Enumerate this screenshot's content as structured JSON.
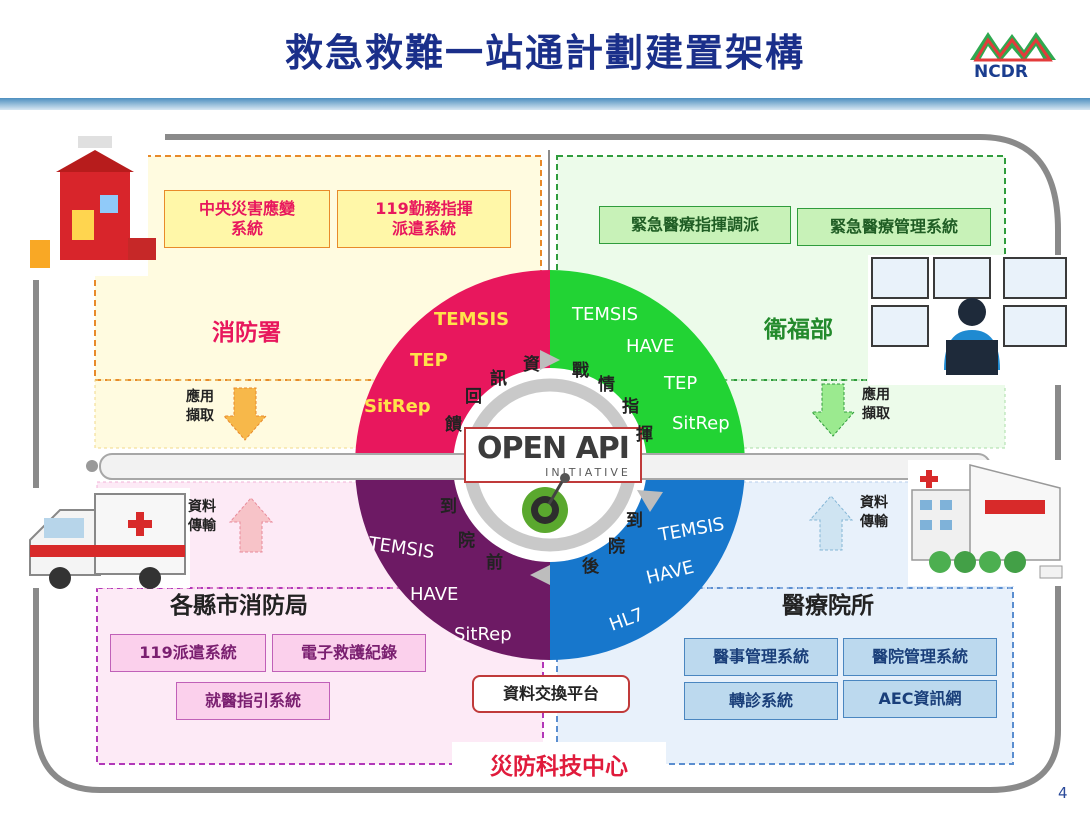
{
  "title": "救急救難一站通計劃建置架構",
  "logo_text": "NCDR",
  "page_number": "4",
  "colors": {
    "title": "#1a2f8a",
    "red": "#e8175d",
    "green": "#22d334",
    "purple": "#6d1a64",
    "blue": "#1777cc",
    "orange_border": "#e88a2a",
    "green_border": "#2f9c3c",
    "magenta_border": "#b238b8",
    "blue_border": "#5b8ed0"
  },
  "quadrants": {
    "fire_dept": {
      "label": "消防署",
      "systems": [
        {
          "name": "中央災害應變\n系統"
        },
        {
          "name": "119勤務指揮\n派遣系統"
        }
      ],
      "flow": "應用\n擷取"
    },
    "mohw": {
      "label": "衛福部",
      "systems": [
        {
          "name": "緊急醫療指揮調派"
        },
        {
          "name": "緊急醫療管理系統"
        }
      ],
      "flow": "應用\n擷取"
    },
    "county_fire": {
      "label": "各縣市消防局",
      "systems": [
        {
          "name": "119派遣系統"
        },
        {
          "name": "電子救護紀錄"
        },
        {
          "name": "就醫指引系統"
        }
      ],
      "flow": "資料\n傳輸"
    },
    "hospital": {
      "label": "醫療院所",
      "systems": [
        {
          "name": "醫事管理系統"
        },
        {
          "name": "醫院管理系統"
        },
        {
          "name": "轉診系統"
        },
        {
          "name": "AEC資訊網"
        }
      ],
      "flow": "資料\n傳輸"
    }
  },
  "ring": {
    "red": [
      "TEMSIS",
      "TEP",
      "SitRep"
    ],
    "green": [
      "TEMSIS",
      "HAVE",
      "TEP",
      "SitRep"
    ],
    "purple": [
      "TEMSIS",
      "HAVE",
      "SitRep"
    ],
    "blue": [
      "TEMSIS",
      "HAVE",
      "HL7"
    ],
    "inner": {
      "feedback": [
        "資",
        "訊",
        "回",
        "饋"
      ],
      "command": [
        "戰",
        "情",
        "指",
        "揮"
      ],
      "prehospital": [
        "到",
        "院",
        "前"
      ],
      "inhospital": [
        "到",
        "院",
        "後"
      ]
    }
  },
  "center": {
    "main": "OPEN API",
    "sub": "INITIATIVE"
  },
  "platform_label": "資料交換平台",
  "center_org": "災防科技中心"
}
